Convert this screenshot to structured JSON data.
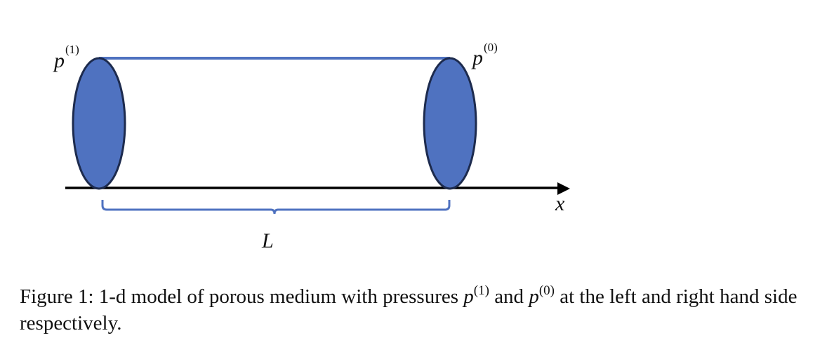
{
  "diagram": {
    "left_pressure": {
      "base": "p",
      "sup": "(1)"
    },
    "right_pressure": {
      "base": "p",
      "sup": "(0)"
    },
    "axis_label": "x",
    "length_label": "L",
    "colors": {
      "cap_fill": "#4f72c0",
      "cap_stroke": "#1d2b4e",
      "cylinder_edge": "#4f72c0",
      "brace": "#4f72c0",
      "axis": "#000000"
    }
  },
  "caption": {
    "prefix": "Figure 1: 1-d model of porous medium with pressures ",
    "p1_base": "p",
    "p1_sup": "(1)",
    "middle": " and ",
    "p0_base": "p",
    "p0_sup": "(0)",
    "suffix": " at the left and right hand side respectively."
  }
}
